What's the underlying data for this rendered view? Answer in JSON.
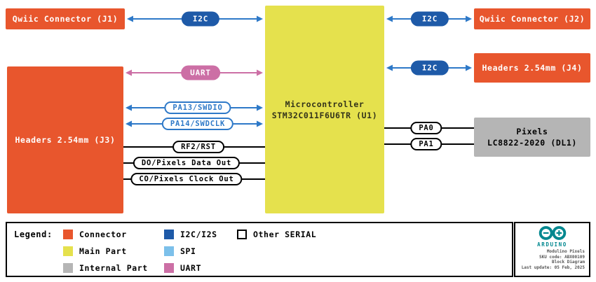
{
  "diagram": {
    "blocks": {
      "j1": "Qwiic Connector (J1)",
      "j2": "Qwiic Connector (J2)",
      "j3": "Headers 2.54mm (J3)",
      "j4": "Headers 2.54mm (J4)",
      "mcu_line1": "Microcontroller",
      "mcu_line2": "STM32C011F6U6TR (U1)",
      "pixels_line1": "Pixels",
      "pixels_line2": "LC8822-2020 (DL1)"
    },
    "labels": {
      "i2c_j1": "I2C",
      "i2c_j2": "I2C",
      "i2c_j4": "I2C",
      "uart": "UART",
      "swdio": "PA13/SWDIO",
      "swdclk": "PA14/SWDCLK",
      "rst": "RF2/RST",
      "pixels_data": "DO/Pixels Data Out",
      "pixels_clock": "CO/Pixels Clock Out",
      "pa0": "PA0",
      "pa1": "PA1"
    }
  },
  "legend": {
    "title": "Legend:",
    "items": [
      {
        "label": "Connector",
        "color": "#E8562D",
        "bordered": false
      },
      {
        "label": "Main Part",
        "color": "#E5E14D",
        "bordered": false
      },
      {
        "label": "Internal Part",
        "color": "#B5B5B5",
        "bordered": false
      },
      {
        "label": "I2C/I2S",
        "color": "#1E5AA8",
        "bordered": false
      },
      {
        "label": "SPI",
        "color": "#7CC0EA",
        "bordered": false
      },
      {
        "label": "UART",
        "color": "#CC6FA5",
        "bordered": false
      },
      {
        "label": "Other SERIAL",
        "color": "#FFFFFF",
        "bordered": true
      }
    ]
  },
  "branding": {
    "wordmark": "ARDUINO",
    "lines": [
      "Modulino Pixels",
      "SKU code: ABX00109",
      "Block Diagram",
      "Last update: 05 Feb, 2025"
    ]
  },
  "colors": {
    "connector_orange": "#E8562D",
    "main_part_yellow": "#E5E14D",
    "internal_gray": "#B5B5B5",
    "i2c_blue": "#1E5AA8",
    "arrow_blue": "#2E79C8",
    "uart_pink": "#CC6FA5",
    "wire_black": "#000000",
    "arduino_teal": "#00878F"
  }
}
